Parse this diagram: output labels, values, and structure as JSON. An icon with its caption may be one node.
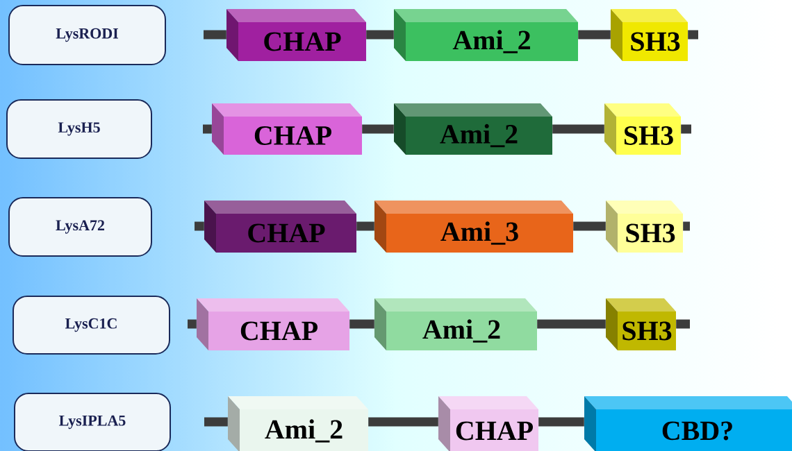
{
  "diagram": {
    "nodes": [
      {
        "text": [
          "LysRODI"
        ]
      },
      {
        "text": [
          "CHAP"
        ]
      },
      {
        "text": [
          "Ami_2"
        ]
      },
      {
        "text": [
          "SH3"
        ]
      },
      {
        "text": [
          "LysH5"
        ]
      },
      {
        "text": [
          "CHAP"
        ]
      },
      {
        "text": [
          "Ami_2"
        ]
      },
      {
        "text": [
          "SH3"
        ]
      },
      {
        "text": [
          "LysA72"
        ]
      },
      {
        "text": [
          "CHAP"
        ]
      },
      {
        "text": [
          "Ami_3"
        ]
      },
      {
        "text": [
          "SH3"
        ]
      },
      {
        "text": [
          "LysC1C"
        ]
      },
      {
        "text": [
          "CHAP"
        ]
      },
      {
        "text": [
          "Ami_2"
        ]
      },
      {
        "text": [
          "SH3"
        ]
      },
      {
        "text": [
          "LysIPLA5"
        ]
      },
      {
        "text": [
          "Ami_2"
        ]
      },
      {
        "text": [
          "CHAP"
        ]
      },
      {
        "text": [
          "CBD?"
        ]
      }
    ],
    "edges": [
      {
        "from": null,
        "to": 1,
        "arrow": "none"
      },
      {
        "from": 1,
        "to": 2,
        "arrow": "none"
      },
      {
        "from": 2,
        "to": 3,
        "arrow": "none"
      },
      {
        "from": 3,
        "to": null,
        "arrow": "none"
      },
      {
        "from": null,
        "to": 5,
        "arrow": "none"
      },
      {
        "from": 5,
        "to": 6,
        "arrow": "none"
      },
      {
        "from": 6,
        "to": 7,
        "arrow": "none"
      },
      {
        "from": 7,
        "to": null,
        "arrow": "none"
      },
      {
        "from": null,
        "to": 9,
        "arrow": "none"
      },
      {
        "from": 9,
        "to": 10,
        "arrow": "none"
      },
      {
        "from": 10,
        "to": 11,
        "arrow": "none"
      },
      {
        "from": 11,
        "to": null,
        "arrow": "none"
      },
      {
        "from": null,
        "to": 13,
        "arrow": "none"
      },
      {
        "from": 13,
        "to": 14,
        "arrow": "none"
      },
      {
        "from": 14,
        "to": 15,
        "arrow": "none"
      },
      {
        "from": 15,
        "to": null,
        "arrow": "none"
      },
      {
        "from": null,
        "to": 17,
        "arrow": "none"
      },
      {
        "from": 17,
        "to": 18,
        "arrow": "none"
      },
      {
        "from": 18,
        "to": 19,
        "arrow": "none"
      }
    ]
  }
}
